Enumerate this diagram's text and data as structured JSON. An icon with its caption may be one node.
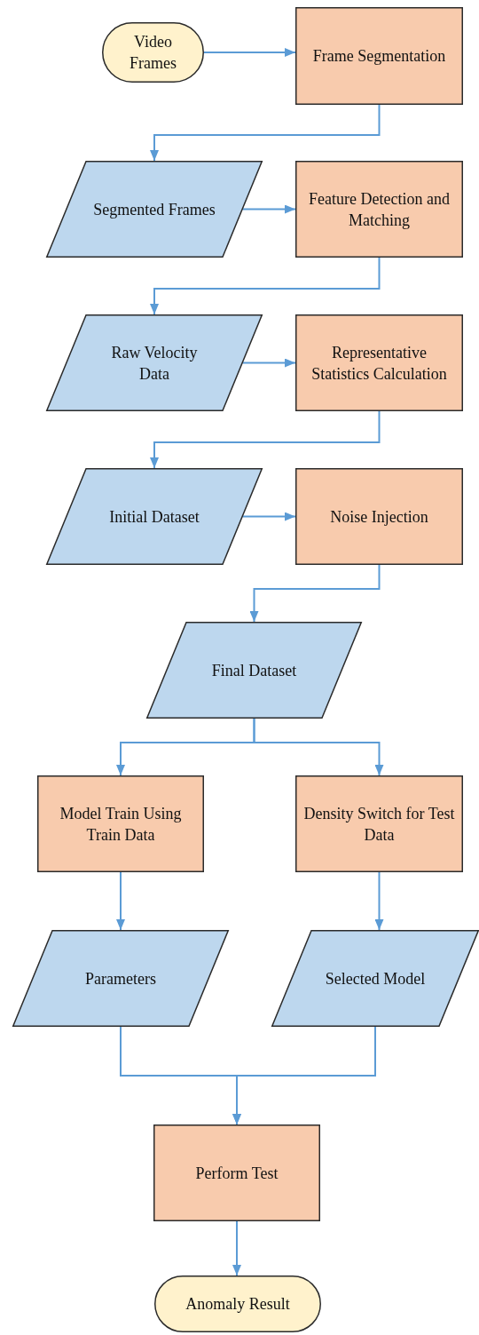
{
  "diagram": {
    "nodes": [
      {
        "text": [
          "Video Frames"
        ]
      },
      {
        "text": [
          "Frame Segmentation"
        ]
      },
      {
        "text": [
          "Segmented Frames"
        ]
      },
      {
        "text": [
          "Feature Detection and Matching"
        ]
      },
      {
        "text": [
          "Raw Velocity Data"
        ]
      },
      {
        "text": [
          "Representative Statistics Calculation"
        ]
      },
      {
        "text": [
          "Initial Dataset"
        ]
      },
      {
        "text": [
          "Noise Injection"
        ]
      },
      {
        "text": [
          "Final Dataset"
        ]
      },
      {
        "text": [
          "Model Train Using Train Data"
        ]
      },
      {
        "text": [
          "Density Switch for Test Data"
        ]
      },
      {
        "text": [
          "Parameters"
        ]
      },
      {
        "text": [
          "Selected Model"
        ]
      },
      {
        "text": [
          "Perform Test"
        ]
      },
      {
        "text": [
          "Anomaly Result"
        ]
      }
    ],
    "edges": [
      {
        "from": 0,
        "to": 1,
        "arrow": "to"
      },
      {
        "from": 1,
        "to": 2,
        "arrow": "to"
      },
      {
        "from": 2,
        "to": 3,
        "arrow": "to"
      },
      {
        "from": 3,
        "to": 4,
        "arrow": "to"
      },
      {
        "from": 4,
        "to": 5,
        "arrow": "to"
      },
      {
        "from": 5,
        "to": 6,
        "arrow": "to"
      },
      {
        "from": 6,
        "to": 7,
        "arrow": "to"
      },
      {
        "from": 7,
        "to": 8,
        "arrow": "to"
      },
      {
        "from": 8,
        "to": 9,
        "arrow": "to"
      },
      {
        "from": 8,
        "to": 10,
        "arrow": "to"
      },
      {
        "from": 9,
        "to": 11,
        "arrow": "to"
      },
      {
        "from": 10,
        "to": 12,
        "arrow": "to"
      },
      {
        "from": 11,
        "to": 13,
        "arrow": "to"
      },
      {
        "from": 12,
        "to": 13,
        "arrow": "to"
      },
      {
        "from": 13,
        "to": 14,
        "arrow": "to"
      }
    ]
  }
}
